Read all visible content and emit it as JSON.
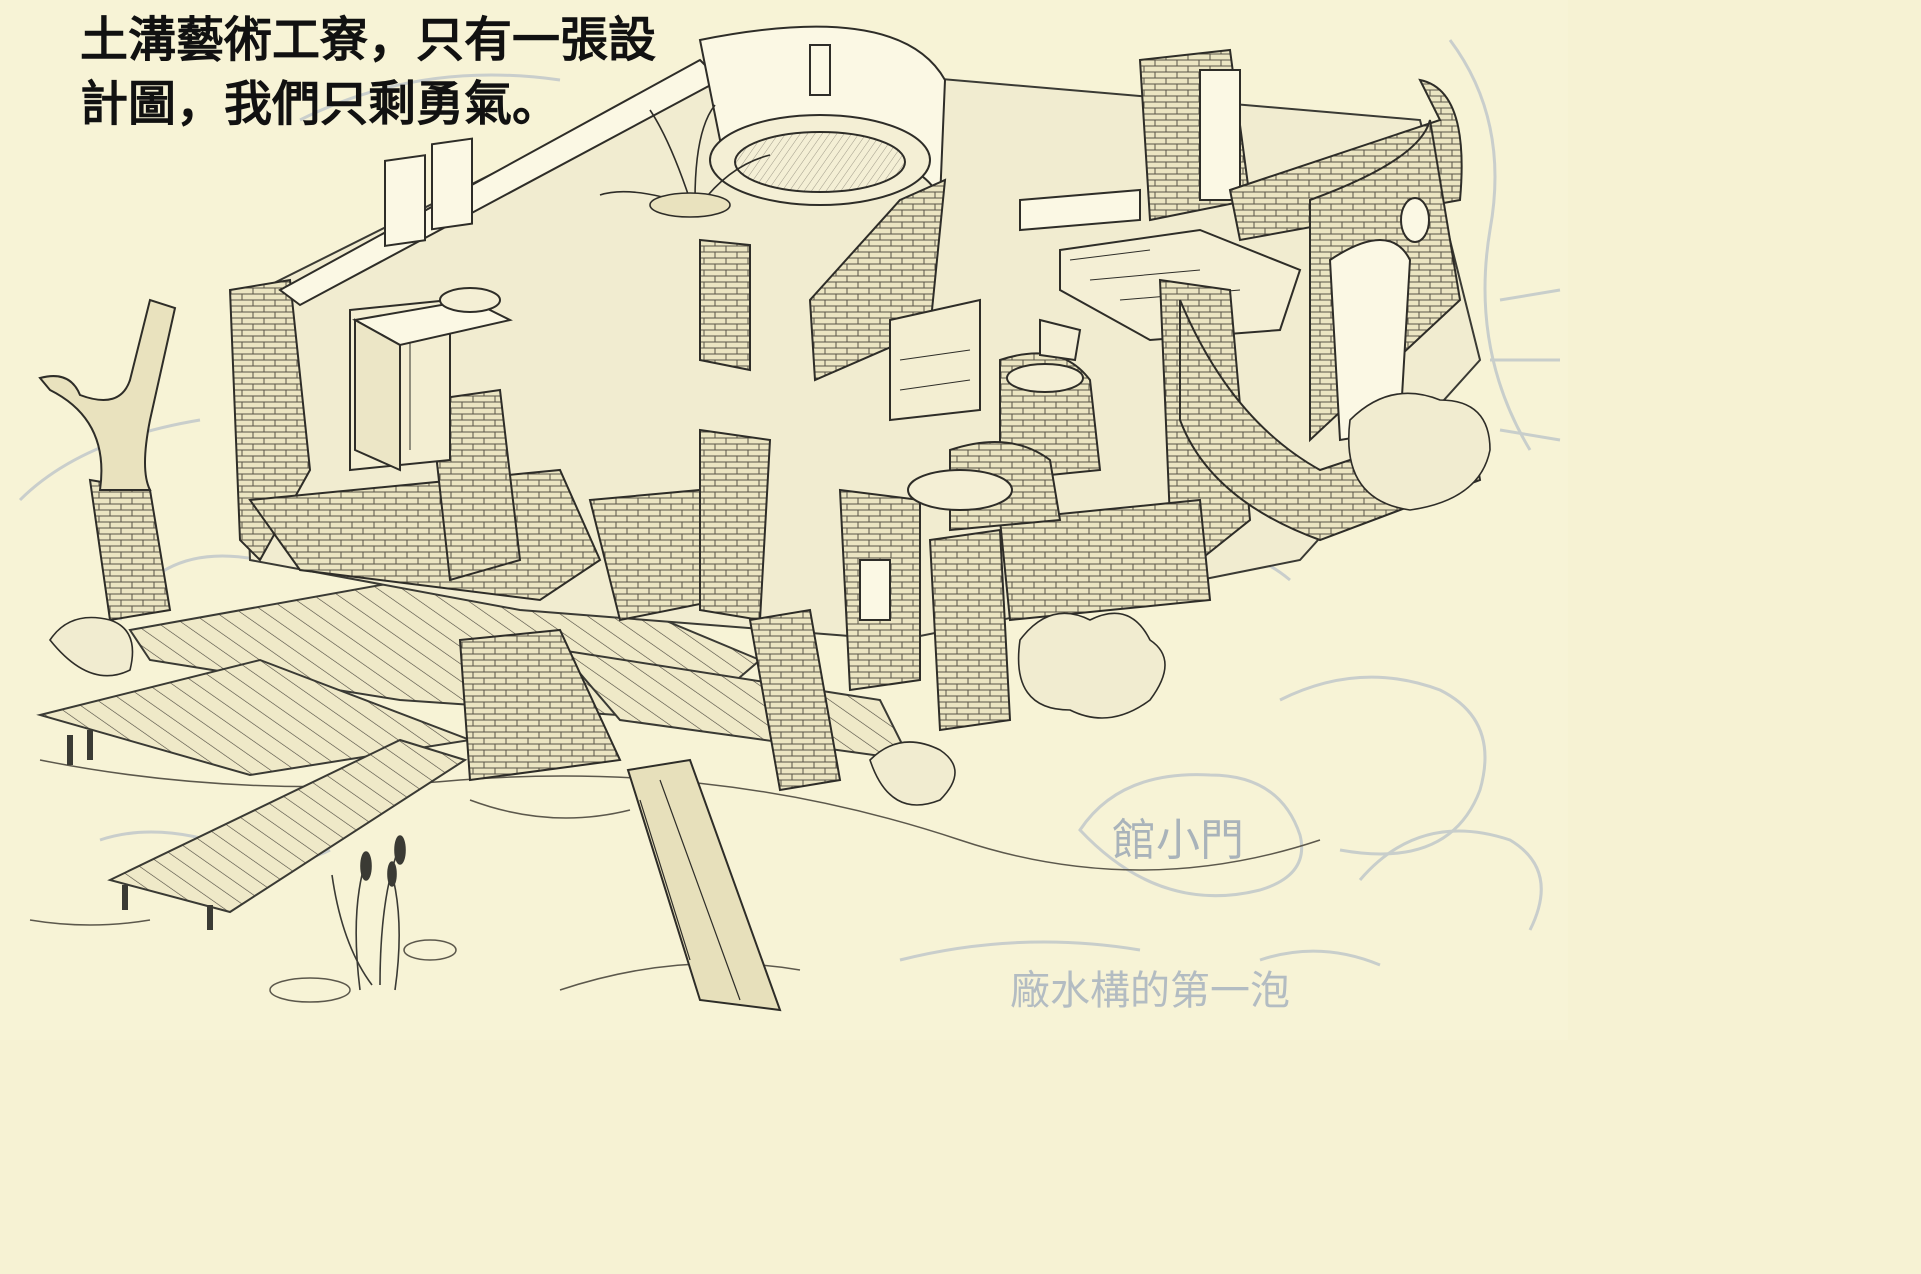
{
  "caption": {
    "line1": "土溝藝術工寮，只有一張設",
    "line2": "計圖，我們只剩勇氣。"
  },
  "faint_background_labels": {
    "label_door": "館小門",
    "label_bottom": "廠水構的第一泡"
  },
  "colors": {
    "paper": "#f7f3d6",
    "pencil": "#3a3a34",
    "ghost_sketch": "#b9c2c8",
    "caption_text": "#111111"
  }
}
